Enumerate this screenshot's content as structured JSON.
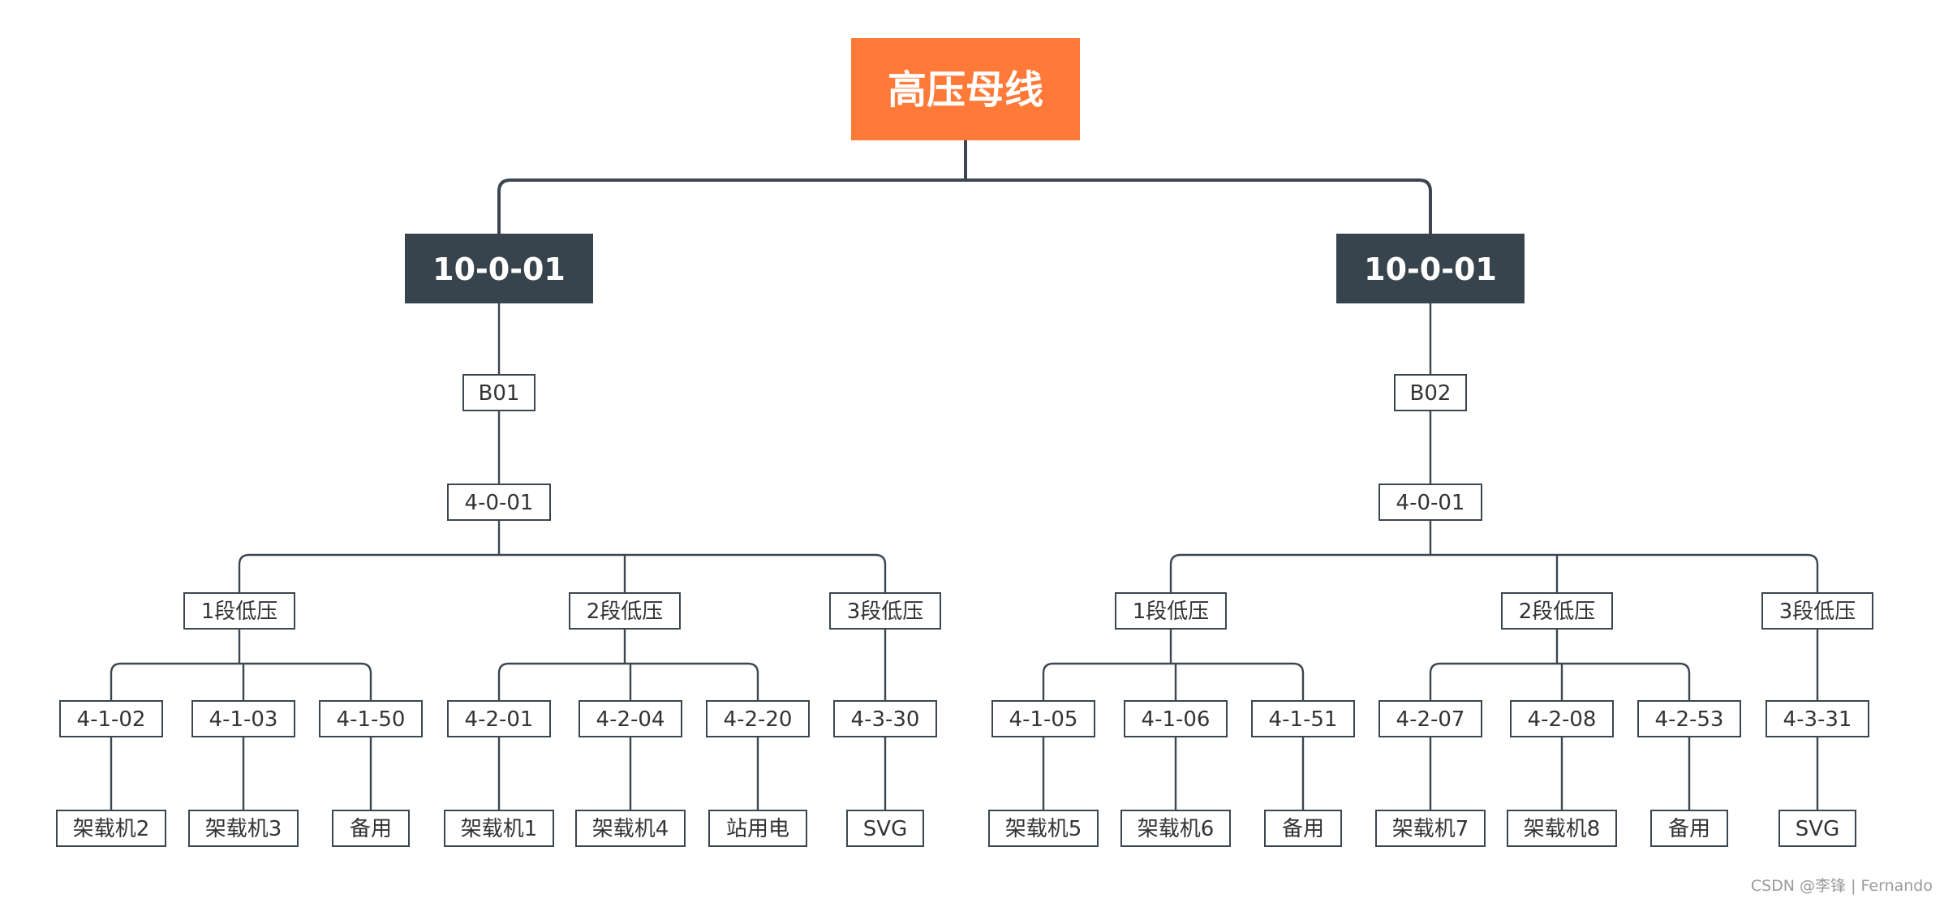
{
  "root": {
    "label": "高压母线",
    "color": "#ff7a38"
  },
  "branch_color": "#38444d",
  "line_color": "#3b4650",
  "sides": [
    {
      "head": "10-0-01",
      "bus": "B01",
      "sub": "4-0-01",
      "segments": [
        {
          "label": "1段低压",
          "feeders": [
            {
              "code": "4-1-02",
              "load": "架载机2"
            },
            {
              "code": "4-1-03",
              "load": "架载机3"
            },
            {
              "code": "4-1-50",
              "load": "备用"
            }
          ]
        },
        {
          "label": "2段低压",
          "feeders": [
            {
              "code": "4-2-01",
              "load": "架载机1"
            },
            {
              "code": "4-2-04",
              "load": "架载机4"
            },
            {
              "code": "4-2-20",
              "load": "站用电"
            }
          ]
        },
        {
          "label": "3段低压",
          "feeders": [
            {
              "code": "4-3-30",
              "load": "SVG"
            }
          ]
        }
      ]
    },
    {
      "head": "10-0-01",
      "bus": "B02",
      "sub": "4-0-01",
      "segments": [
        {
          "label": "1段低压",
          "feeders": [
            {
              "code": "4-1-05",
              "load": "架载机5"
            },
            {
              "code": "4-1-06",
              "load": "架载机6"
            },
            {
              "code": "4-1-51",
              "load": "备用"
            }
          ]
        },
        {
          "label": "2段低压",
          "feeders": [
            {
              "code": "4-2-07",
              "load": "架载机7"
            },
            {
              "code": "4-2-08",
              "load": "架载机8"
            },
            {
              "code": "4-2-53",
              "load": "备用"
            }
          ]
        },
        {
          "label": "3段低压",
          "feeders": [
            {
              "code": "4-3-31",
              "load": "SVG"
            }
          ]
        }
      ]
    }
  ],
  "watermark": "CSDN @李锋 | Fernando"
}
